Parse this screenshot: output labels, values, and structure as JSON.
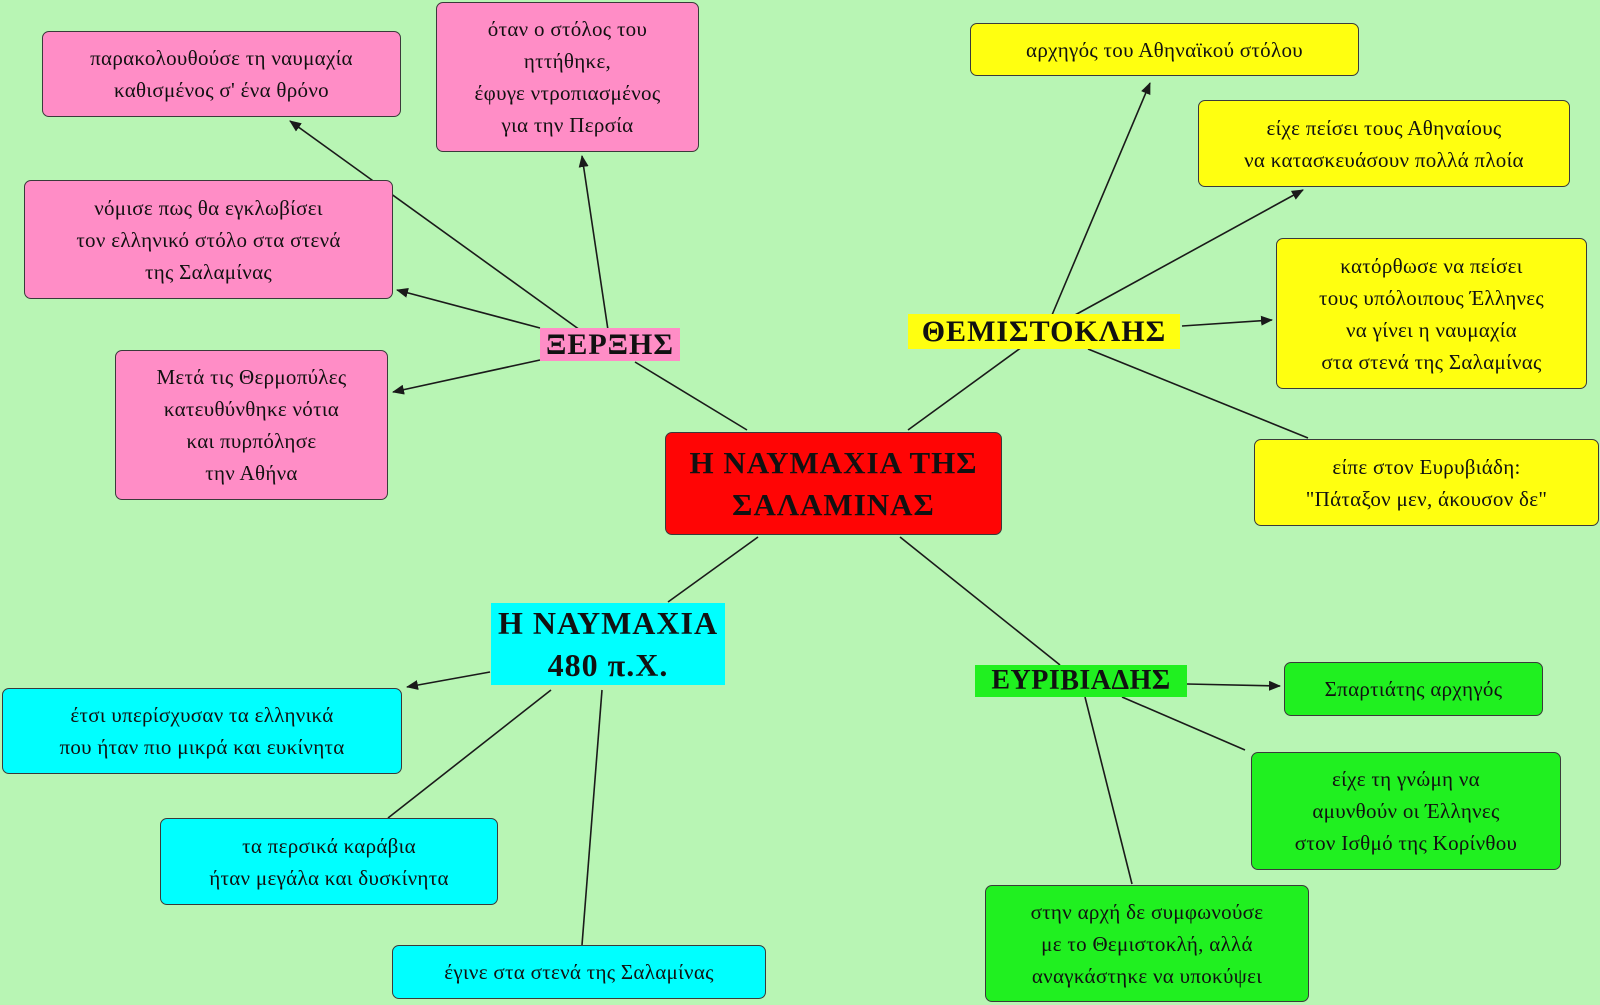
{
  "center": {
    "text": "Η ΝΑΥΜΑΧΙΑ ΤΗΣ\nΣΑΛΑΜΙΝΑΣ",
    "color": "#ff0505"
  },
  "colors": {
    "background": "#b8f5b4",
    "pink": "#ff8dc6",
    "yellow": "#ffff10",
    "cyan": "#00ffff",
    "green": "#20f020"
  },
  "xerxes": {
    "label": "ΞΕΡΞΗΣ",
    "items": [
      "παρακολουθούσε τη ναυμαχία\nκαθισμένος σ' ένα θρόνο",
      "όταν ο στόλος του\nηττήθηκε,\nέφυγε ντροπιασμένος\nγια την Περσία",
      "νόμισε πως θα εγκλωβίσει\nτον ελληνικό στόλο στα στενά\nτης Σαλαμίνας",
      "Μετά τις Θερμοπύλες\nκατευθύνθηκε νότια\nκαι πυρπόλησε\nτην Αθήνα"
    ]
  },
  "themistocles": {
    "label": "ΘΕΜΙΣΤΟΚΛΗΣ",
    "items": [
      "αρχηγός του Αθηναϊκού στόλου",
      "είχε πείσει τους Αθηναίους\nνα κατασκευάσουν πολλά πλοία",
      "κατόρθωσε να πείσει\nτους υπόλοιπους Έλληνες\nνα γίνει η ναυμαχία\nστα στενά της Σαλαμίνας",
      "είπε στον Ευρυβιάδη:\n\"Πάταξον μεν, άκουσον δε\""
    ]
  },
  "battle": {
    "label": "Η ΝΑΥΜΑΧΙΑ\n480 π.Χ.",
    "items": [
      "έτσι υπερίσχυσαν τα ελληνικά\nπου ήταν πιο μικρά και ευκίνητα",
      "τα περσικά καράβια\nήταν μεγάλα και δυσκίνητα",
      "έγινε στα στενά της Σαλαμίνας"
    ]
  },
  "eurybiades": {
    "label": "ΕΥΡΙΒΙΑΔΗΣ",
    "items": [
      "Σπαρτιάτης αρχηγός",
      "είχε τη γνώμη να\nαμυνθούν οι Έλληνες\nστον Ισθμό της Κορίνθου",
      "στην αρχή δε συμφωνούσε\nμε το Θεμιστοκλή, αλλά\nαναγκάστηκε να υποκύψει"
    ]
  }
}
